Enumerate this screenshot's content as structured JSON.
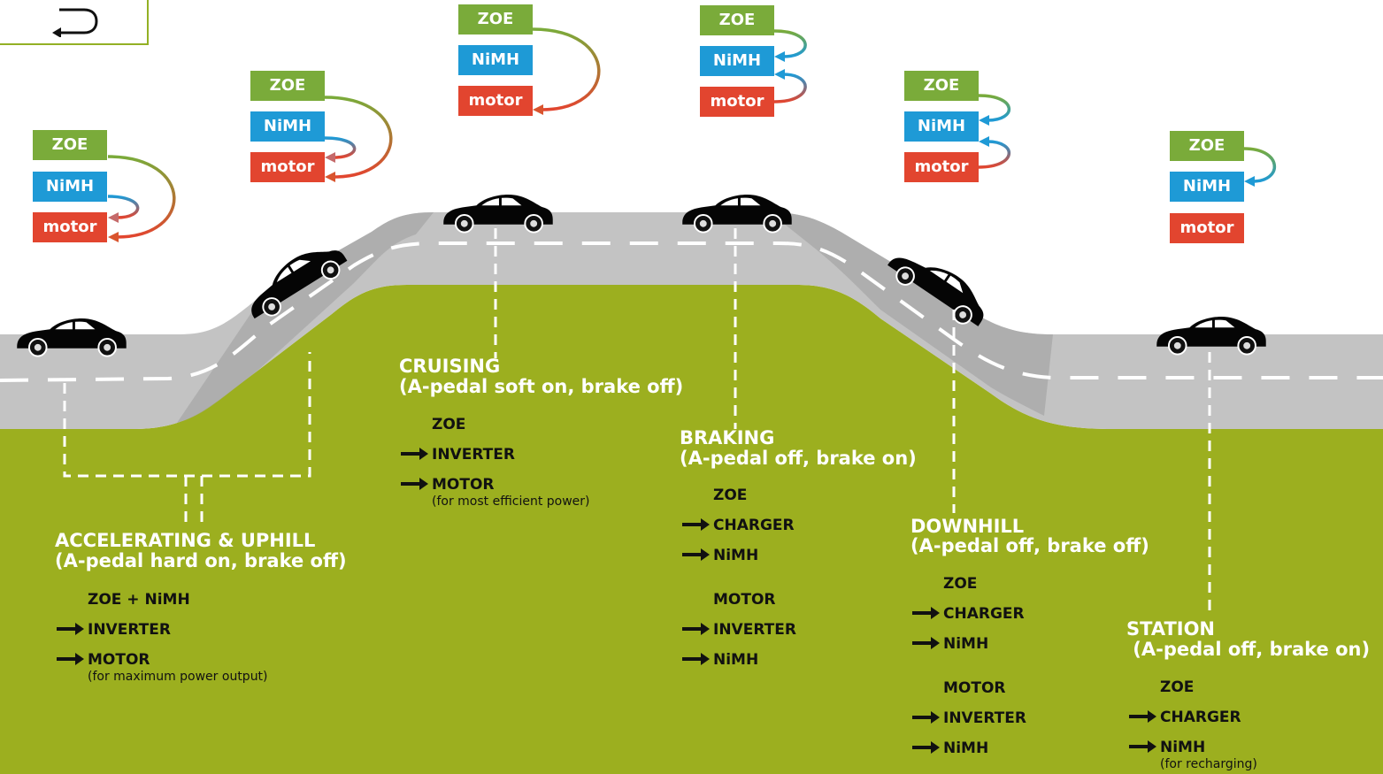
{
  "colors": {
    "zoe": "#7aab3a",
    "nimh": "#1e9ad6",
    "motor": "#e2452f",
    "ground": "#9caf1f",
    "road": "#c3c3c3",
    "road_side": "#a9a9a9",
    "text": "#111111",
    "heading": "#ffffff",
    "back_border": "#93b024"
  },
  "back_button": {
    "icon": "return-arrow-icon"
  },
  "boxes": {
    "zoe": "ZOE",
    "nimh": "NiMH",
    "motor": "motor"
  },
  "stages": {
    "accelerating": {
      "title": "ACCELERATING & UPHILL",
      "subtitle": "(A-pedal hard on, brake off)",
      "lines": [
        "ZOE + NiMH",
        "INVERTER",
        "MOTOR"
      ],
      "note": "(for maximum power output)"
    },
    "cruising": {
      "title": "CRUISING",
      "subtitle": "(A-pedal soft on, brake off)",
      "lines": [
        "ZOE",
        "INVERTER",
        "MOTOR"
      ],
      "note": "(for most efficient power)"
    },
    "braking": {
      "title": "BRAKING",
      "subtitle": "(A-pedal off, brake on)",
      "lines": [
        "ZOE",
        "CHARGER",
        "NiMH",
        "MOTOR",
        "INVERTER",
        "NiMH"
      ]
    },
    "downhill": {
      "title": "DOWNHILL",
      "subtitle": "(A-pedal off, brake off)",
      "lines": [
        "ZOE",
        "CHARGER",
        "NiMH",
        "MOTOR",
        "INVERTER",
        "NiMH"
      ]
    },
    "station": {
      "title": "STATION",
      "subtitle": " (A-pedal off, brake on)",
      "lines": [
        "ZOE",
        "CHARGER",
        "NiMH"
      ],
      "note": "(for recharging)"
    }
  }
}
